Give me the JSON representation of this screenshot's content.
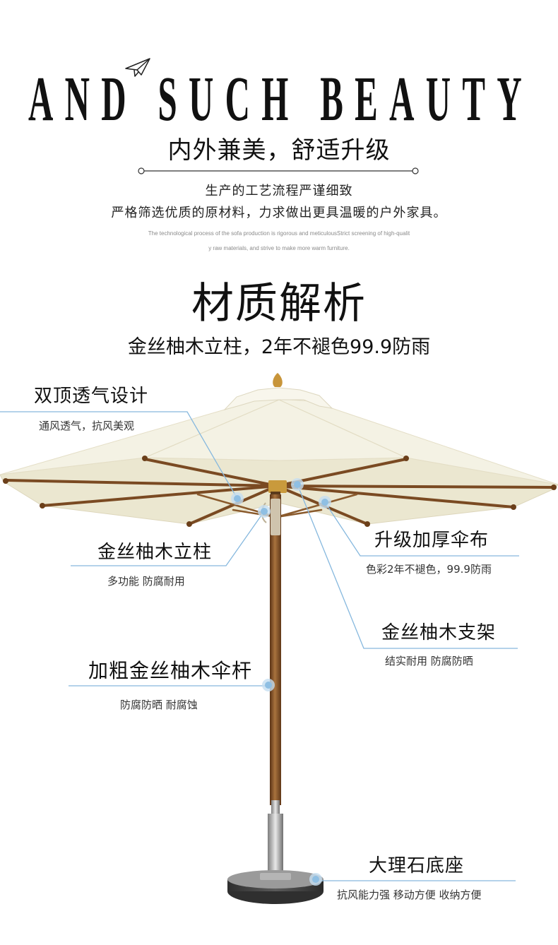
{
  "header": {
    "title": "AND SUCH BEAUTY",
    "subtitle": "内外兼美，舒适升级",
    "description": [
      "生产的工艺流程严谨细致",
      "严格筛选优质的原材料，力求做出更具温暖的户外家具。"
    ],
    "description_en": [
      "The technological process of the sofa production is rigorous and meticulousStrict screening of high-qualit",
      "y raw materials, and strive to make more warm furniture."
    ]
  },
  "section": {
    "title": "材质解析",
    "subtitle": "金丝柚木立柱，2年不褪色99.9防雨"
  },
  "callouts": [
    {
      "title": "双顶透气设计",
      "detail": "通风透气，抗风美观"
    },
    {
      "title": "金丝柚木立柱",
      "detail": "多功能 防腐耐用"
    },
    {
      "title": "升级加厚伞布",
      "detail": "色彩2年不褪色，99.9防雨"
    },
    {
      "title": "金丝柚木支架",
      "detail": "结实耐用 防腐防晒"
    },
    {
      "title": "加粗金丝柚木伞杆",
      "detail": "防腐防晒 耐腐蚀"
    },
    {
      "title": "大理石底座",
      "detail": "抗风能力强 移动方便 收纳方便"
    }
  ],
  "colors": {
    "accent_line": "#86b8de",
    "text": "#111111",
    "canopy": "#f4f2e4",
    "wood": "#8a5a2c"
  },
  "icons": {
    "header_icon": "paper-plane-icon"
  }
}
